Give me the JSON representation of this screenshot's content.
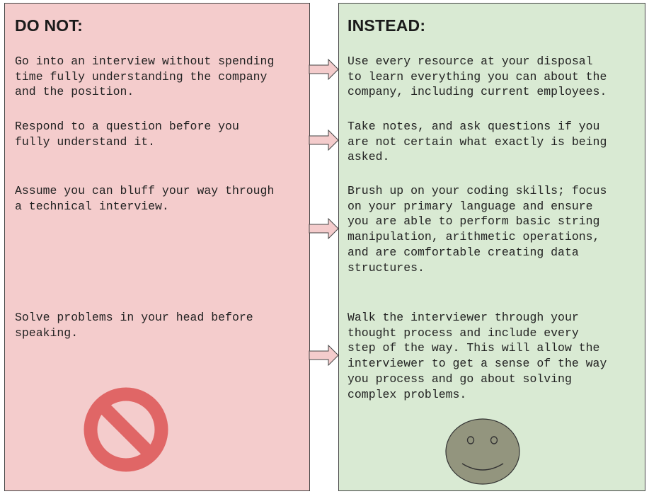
{
  "left_panel": {
    "heading": "DO NOT:",
    "items": [
      "Go into an interview without spending\ntime fully understanding the company\nand the position.",
      "Respond to a question before you\nfully understand it.",
      "Assume you can bluff your way through\na technical interview.",
      "Solve problems in your head before\nspeaking."
    ],
    "icon": "prohibited-icon"
  },
  "right_panel": {
    "heading": "INSTEAD:",
    "items": [
      "Use every resource at your disposal\nto learn everything you can about the\ncompany, including current employees.",
      "Take notes, and ask questions if you\nare not certain what exactly is being\nasked.",
      "Brush up on your coding skills; focus\non your primary language and ensure\nyou are able to perform basic string\nmanipulation, arithmetic operations,\nand are comfortable creating data\nstructures.",
      "Walk the interviewer through your\nthought process and include every\nstep of the way. This will allow the\ninterviewer to get a sense of the way\nyou process and go about solving\ncomplex problems."
    ],
    "icon": "smiley-face-icon"
  },
  "colors": {
    "left_panel_bg": "#f4cccc",
    "right_panel_bg": "#d9ead3",
    "arrow_fill": "#f4cccc",
    "prohibited_red": "#e06666",
    "smiley_fill": "#93957e"
  }
}
